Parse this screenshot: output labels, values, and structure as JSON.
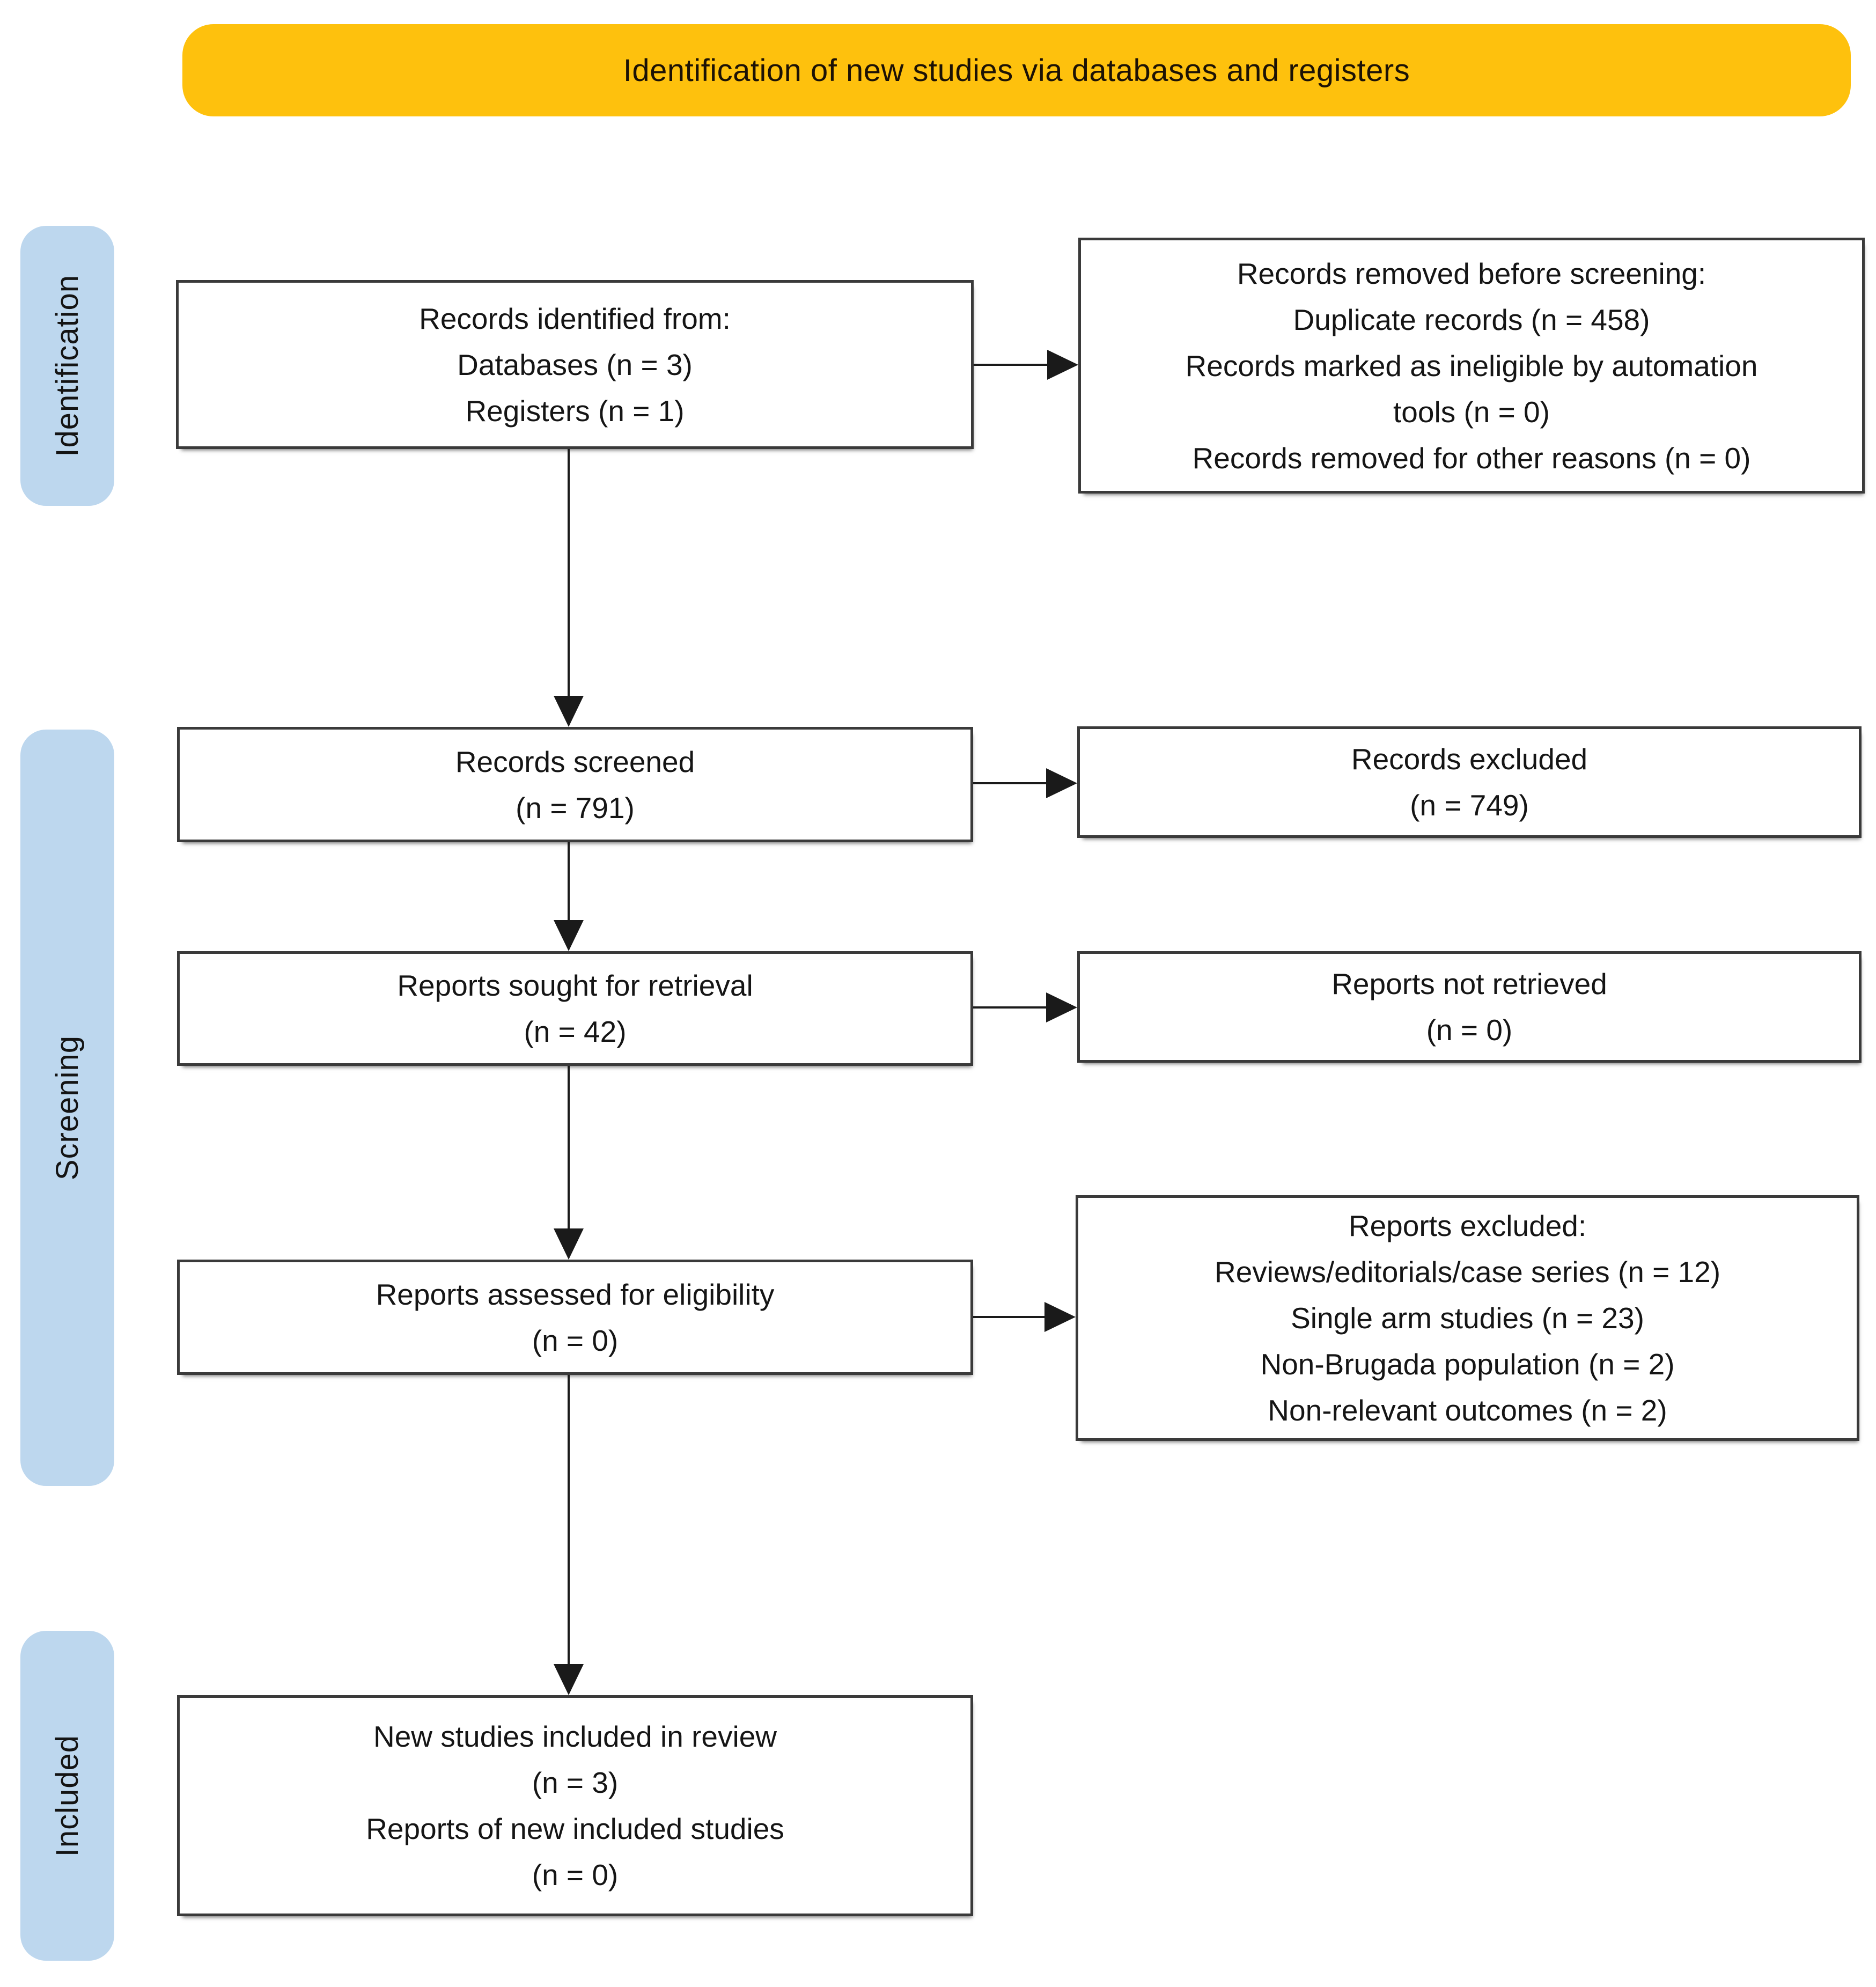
{
  "banner": {
    "label": "Identification of new studies via databases and registers"
  },
  "sidebar": {
    "stages": [
      {
        "id": "identification",
        "label": "Identification"
      },
      {
        "id": "screening",
        "label": "Screening"
      },
      {
        "id": "included",
        "label": "Included"
      }
    ]
  },
  "boxes": {
    "records_identified": {
      "lines": [
        "Records identified from:",
        "Databases (n = 3)",
        "Registers (n = 1)"
      ]
    },
    "records_removed": {
      "lines": [
        "Records removed before screening:",
        "Duplicate records (n = 458)",
        "Records marked as ineligible by automation",
        "tools (n = 0)",
        "Records removed for other reasons (n = 0)"
      ]
    },
    "records_screened": {
      "lines": [
        "Records screened",
        "(n = 791)"
      ]
    },
    "records_excluded": {
      "lines": [
        "Records excluded",
        "(n = 749)"
      ]
    },
    "reports_sought": {
      "lines": [
        "Reports sought for retrieval",
        "(n = 42)"
      ]
    },
    "reports_not_retrieved": {
      "lines": [
        "Reports not retrieved",
        "(n = 0)"
      ]
    },
    "reports_assessed": {
      "lines": [
        "Reports assessed for eligibility",
        "(n = 0)"
      ]
    },
    "reports_excluded": {
      "lines": [
        "Reports excluded:",
        "Reviews/editorials/case series (n = 12)",
        "Single arm studies (n = 23)",
        "Non-Brugada population (n = 2)",
        "Non-relevant outcomes (n = 2)"
      ]
    },
    "new_studies_included": {
      "lines": [
        "New studies included in review",
        "(n = 3)",
        "Reports of new included studies",
        "(n = 0)"
      ]
    }
  },
  "colors": {
    "banner_bg": "#FEC10D",
    "stage_bg": "#BDD7EE",
    "box_border": "#3A3A3A",
    "arrow": "#1A1A1A"
  }
}
